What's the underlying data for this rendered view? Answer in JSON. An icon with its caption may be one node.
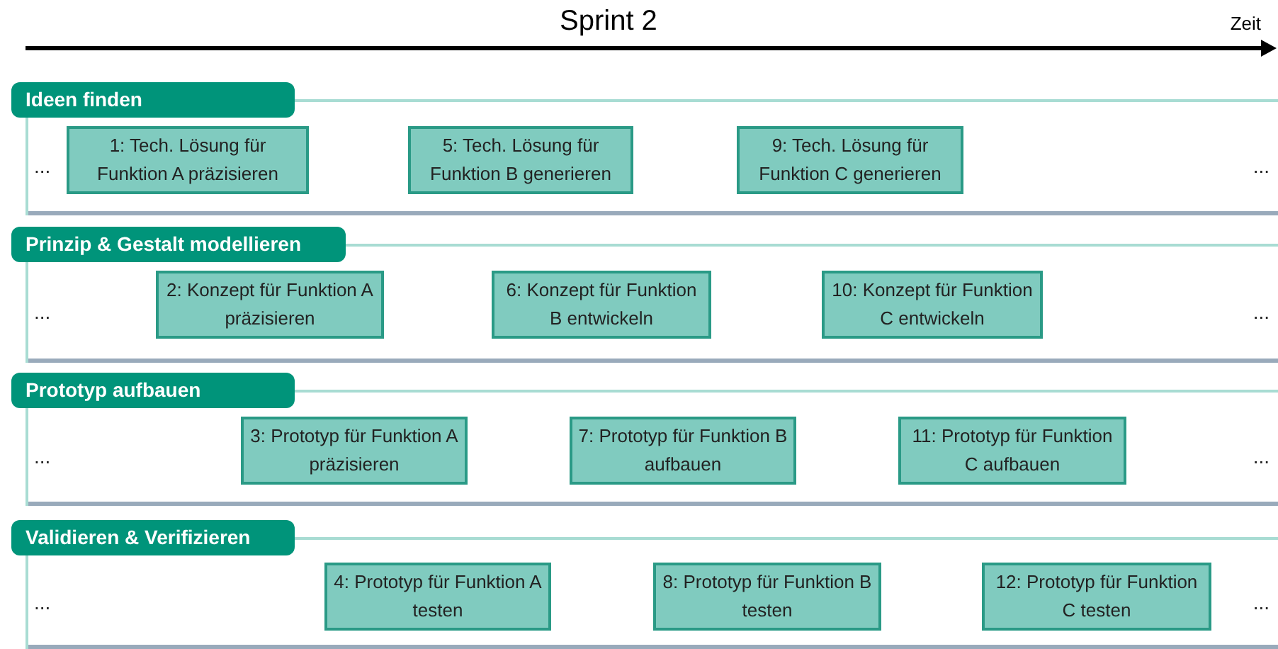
{
  "diagram": {
    "title": "Sprint 2",
    "nodes": [
      {
        "text": [
          "Ideen finden"
        ]
      },
      {
        "text": [
          "1: Tech. Lösung für Funktion A präzisieren"
        ],
        "in": 0
      },
      {
        "text": [
          "5: Tech. Lösung für Funktion B generieren"
        ],
        "in": 0
      },
      {
        "text": [
          "9: Tech. Lösung für Funktion C generieren"
        ],
        "in": 0
      },
      {
        "text": [
          "Prinzip & Gestalt modellieren"
        ]
      },
      {
        "text": [
          "2: Konzept für Funktion A präzisieren"
        ],
        "in": 4
      },
      {
        "text": [
          "6: Konzept für Funktion B entwickeln"
        ],
        "in": 4
      },
      {
        "text": [
          "10: Konzept für Funktion C entwickeln"
        ],
        "in": 4
      },
      {
        "text": [
          "Prototyp aufbauen"
        ]
      },
      {
        "text": [
          "3: Prototyp für Funktion A präzisieren"
        ],
        "in": 8
      },
      {
        "text": [
          "7: Prototyp für Funktion B aufbauen"
        ],
        "in": 8
      },
      {
        "text": [
          "11: Prototyp für Funktion C aufbauen"
        ],
        "in": 8
      },
      {
        "text": [
          "Validieren & Verifizieren"
        ]
      },
      {
        "text": [
          "4: Prototyp für Funktion A testen"
        ],
        "in": 12
      },
      {
        "text": [
          "8: Prototyp für Funktion B testen"
        ],
        "in": 12
      },
      {
        "text": [
          "12: Prototyp für Funktion C testen"
        ],
        "in": 12
      }
    ],
    "labels": [
      "Zeit",
      "...",
      "...",
      "...",
      "...",
      "...",
      "...",
      "...",
      "..."
    ]
  }
}
